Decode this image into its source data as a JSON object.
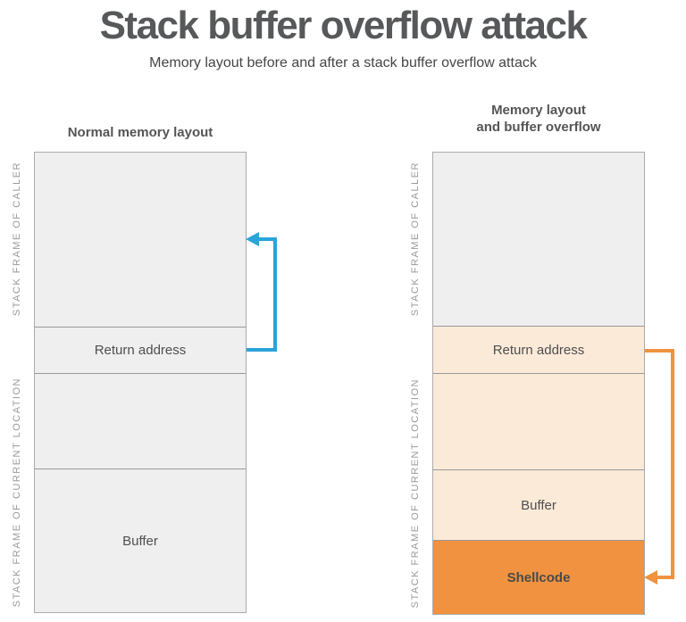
{
  "title": "Stack buffer overflow attack",
  "subtitle": "Memory layout before and after a stack buffer overflow attack",
  "colors": {
    "title-color": "#57585a",
    "label-gray": "#9a9a9a",
    "box-gray": "#efefef",
    "box-border": "#ababab",
    "divider": "#999999",
    "peach": "#fcead9",
    "orange": "#f0923f",
    "blue": "#2ba3da"
  },
  "left_diagram": {
    "heading": "Normal memory layout",
    "side_labels": {
      "caller": "STACK FRAME OF CALLER",
      "current": "STACK FRAME OF CURRENT LOCATION"
    },
    "sections": {
      "caller_frame": "",
      "return_address": "Return address",
      "current_frame_upper": "",
      "buffer": "Buffer"
    }
  },
  "right_diagram": {
    "heading_line1": "Memory layout",
    "heading_line2": "and buffer overflow",
    "side_labels": {
      "caller": "STACK FRAME OF CALLER",
      "current": "STACK FRAME OF CURRENT LOCATION"
    },
    "sections": {
      "caller_frame": "",
      "return_address": "Return address",
      "current_frame_upper": "",
      "buffer": "Buffer",
      "shellcode": "Shellcode"
    }
  }
}
